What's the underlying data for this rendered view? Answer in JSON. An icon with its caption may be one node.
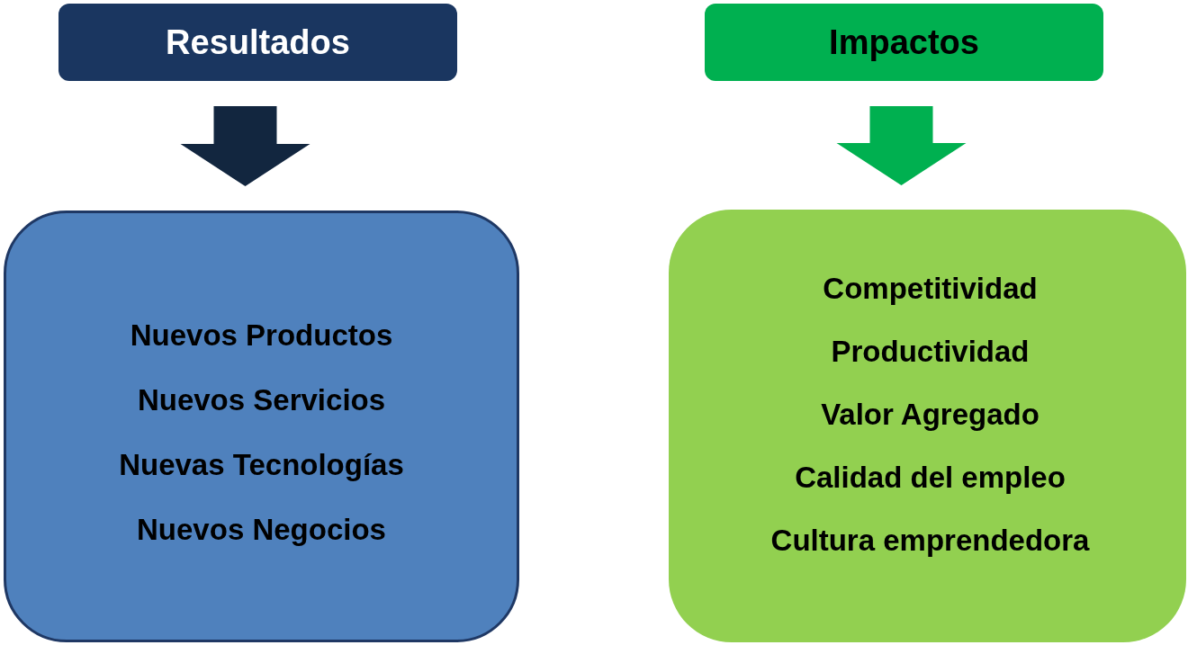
{
  "diagram": {
    "nodes": [
      {
        "text": [
          "Resultados"
        ]
      },
      {
        "text": [
          "Nuevos Productos",
          "Nuevos Servicios",
          "Nuevas Tecnologías",
          "Nuevos Negocios"
        ]
      },
      {
        "text": [
          "Impactos"
        ]
      },
      {
        "text": [
          "Competitividad",
          "Productividad",
          "Valor Agregado",
          "Calidad del empleo",
          "Cultura emprendedora"
        ]
      }
    ],
    "edges": [
      {
        "from": 0,
        "to": 1,
        "arrow": "to",
        "style": "thick",
        "color": "#12263f"
      },
      {
        "from": 2,
        "to": 3,
        "arrow": "to",
        "style": "thick",
        "color": "#00b050"
      }
    ]
  }
}
